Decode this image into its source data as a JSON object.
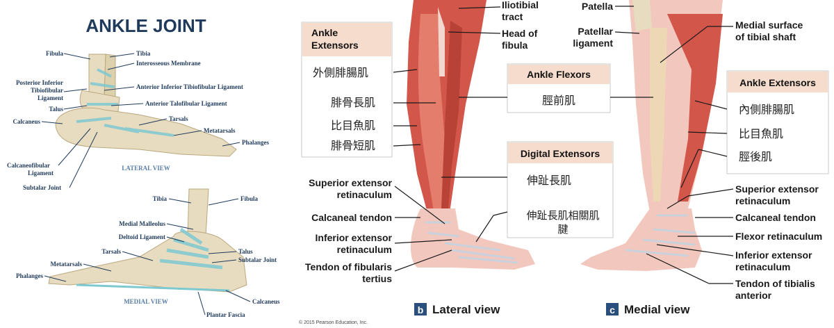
{
  "left_panel": {
    "title": "ANKLE JOINT",
    "lateral_view": {
      "caption": "LATERAL VIEW",
      "labels": {
        "fibula": "Fibula",
        "tibia": "Tibia",
        "interosseous": "Interosseous Membrane",
        "post_inf_1": "Posterior Inferior",
        "post_inf_2": "Tibiofibular",
        "post_inf_3": "Ligament",
        "ant_inf": "Anterior Inferior Tibiofibular Ligament",
        "talus": "Talus",
        "ant_talo": "Anterior Talofibular Ligament",
        "calcaneus": "Calcaneus",
        "tarsals": "Tarsals",
        "metatarsals": "Metatarsals",
        "phalanges": "Phalanges",
        "calcaneofib_1": "Calcaneofibular",
        "calcaneofib_2": "Ligament",
        "subtalar": "Subtalar Joint"
      }
    },
    "medial_view": {
      "caption": "MEDIAL VIEW",
      "labels": {
        "tibia": "Tibia",
        "fibula": "Fibula",
        "medial_malleolus": "Medial Malleolus",
        "deltoid": "Deltoid Ligament",
        "tarsals": "Tarsals",
        "talus": "Talus",
        "subtalar": "Subtalar Joint",
        "metatarsals": "Metatarsals",
        "phalanges": "Phalanges",
        "calcaneus": "Calcaneus",
        "plantar_fascia": "Plantar Fascia"
      }
    }
  },
  "right_panel": {
    "lateral_view": {
      "letter": "b",
      "caption": "Lateral view",
      "labels": {
        "iliotibial_1": "Iliotibial",
        "iliotibial_2": "tract",
        "head_fibula_1": "Head of",
        "head_fibula_2": "fibula",
        "sup_ext_1": "Superior extensor",
        "sup_ext_2": "retinaculum",
        "calcaneal_tendon": "Calcaneal tendon",
        "inf_ext_1": "Inferior extensor",
        "inf_ext_2": "retinaculum",
        "fibularis_1": "Tendon of fibularis",
        "fibularis_2": "tertius"
      },
      "box_extensors": {
        "heading_1": "Ankle",
        "heading_2": "Extensors",
        "items": [
          "外側腓腸肌",
          "腓骨長肌",
          "比目魚肌",
          "腓骨短肌"
        ]
      },
      "box_flexors": {
        "heading": "Ankle Flexors",
        "items": [
          "脛前肌"
        ]
      },
      "box_digital": {
        "heading": "Digital Extensors",
        "items": [
          "伸趾長肌",
          "伸趾長肌相關肌",
          "腱"
        ]
      }
    },
    "medial_view": {
      "letter": "c",
      "caption": "Medial view",
      "labels": {
        "patella": "Patella",
        "patellar_1": "Patellar",
        "patellar_2": "ligament",
        "medial_surface_1": "Medial surface",
        "medial_surface_2": "of tibial shaft",
        "sup_ext_1": "Superior extensor",
        "sup_ext_2": "retinaculum",
        "calcaneal_tendon": "Calcaneal tendon",
        "flexor_ret": "Flexor retinaculum",
        "inf_ext_1": "Inferior extensor",
        "inf_ext_2": "retinaculum",
        "tibialis_1": "Tendon of tibialis",
        "tibialis_2": "anterior"
      },
      "box_extensors": {
        "heading": "Ankle Extensors",
        "items": [
          "內側腓腸肌",
          "比目魚肌",
          "脛後肌"
        ]
      }
    },
    "copyright": "© 2015 Pearson Education, Inc."
  }
}
